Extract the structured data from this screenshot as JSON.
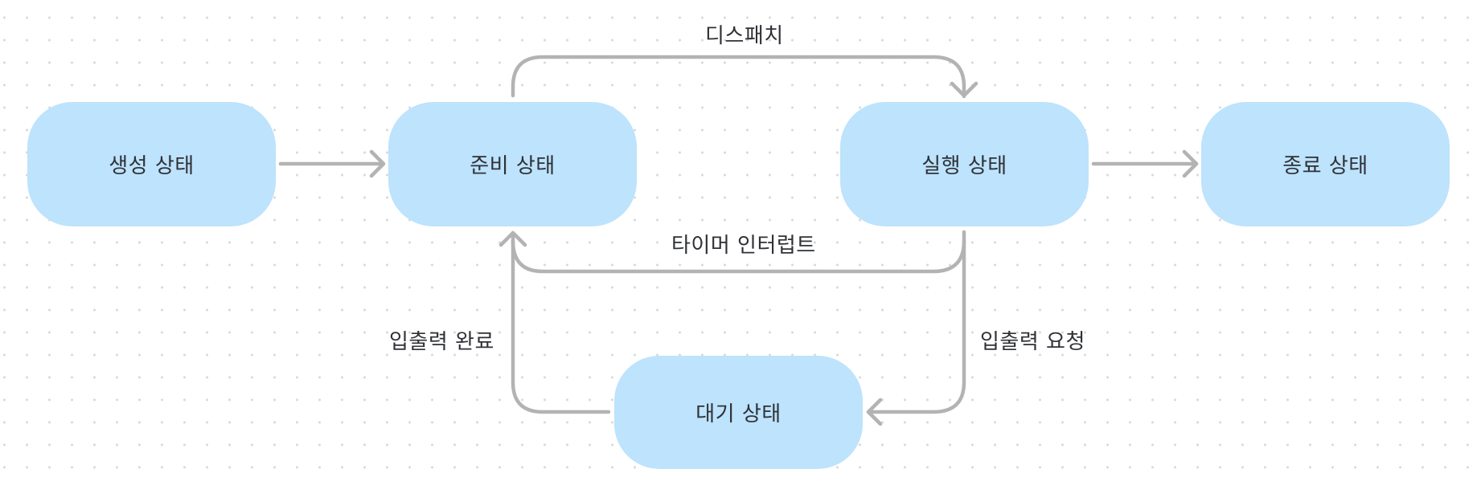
{
  "diagram": {
    "type": "state-diagram",
    "colors": {
      "node_fill": "#bde3fd",
      "edge_stroke": "#b3b3b3",
      "text": "#2f3136",
      "grid_dot": "#d9d9d9",
      "background": "#ffffff"
    },
    "nodes": {
      "created": {
        "label": "생성 상태"
      },
      "ready": {
        "label": "준비 상태"
      },
      "running": {
        "label": "실행 상태"
      },
      "terminated": {
        "label": "종료 상태"
      },
      "waiting": {
        "label": "대기 상태"
      }
    },
    "edges": {
      "created_to_ready": {
        "from": "created",
        "to": "ready",
        "label": ""
      },
      "dispatch": {
        "from": "ready",
        "to": "running",
        "label": "디스패치"
      },
      "running_to_terminated": {
        "from": "running",
        "to": "terminated",
        "label": ""
      },
      "timer_interrupt": {
        "from": "running",
        "to": "ready",
        "label": "타이머 인터럽트"
      },
      "io_request": {
        "from": "running",
        "to": "waiting",
        "label": "입출력 요청"
      },
      "io_complete": {
        "from": "waiting",
        "to": "ready",
        "label": "입출력 완료"
      }
    }
  }
}
